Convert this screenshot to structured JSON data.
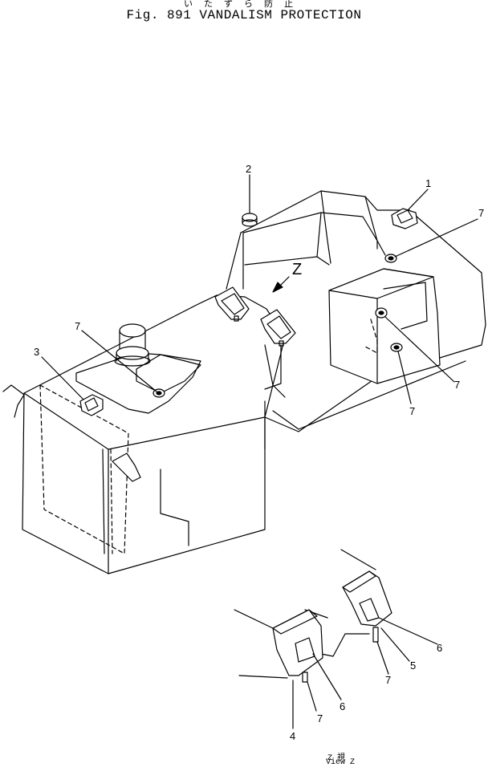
{
  "header": {
    "title_jp": "いたずら防止",
    "title": "Fig. 891   VANDALISM PROTECTION"
  },
  "main_view": {
    "callouts": [
      {
        "label": "1",
        "part": "lock"
      },
      {
        "label": "2",
        "part": "cap"
      },
      {
        "label": "3",
        "part": "lock"
      },
      {
        "label": "7",
        "part": "bolt"
      },
      {
        "label": "7",
        "part": "bolt"
      },
      {
        "label": "7",
        "part": "bolt"
      },
      {
        "label": "7",
        "part": "bolt"
      }
    ],
    "view_marker": "Z"
  },
  "detail_view": {
    "callouts": [
      {
        "label": "4",
        "part": "cover"
      },
      {
        "label": "5",
        "part": "cover"
      },
      {
        "label": "6",
        "part": "plate"
      },
      {
        "label": "6",
        "part": "plate"
      },
      {
        "label": "7",
        "part": "bolt"
      },
      {
        "label": "7",
        "part": "bolt"
      }
    ],
    "caption_jp": "Z 視",
    "caption": "View Z"
  }
}
